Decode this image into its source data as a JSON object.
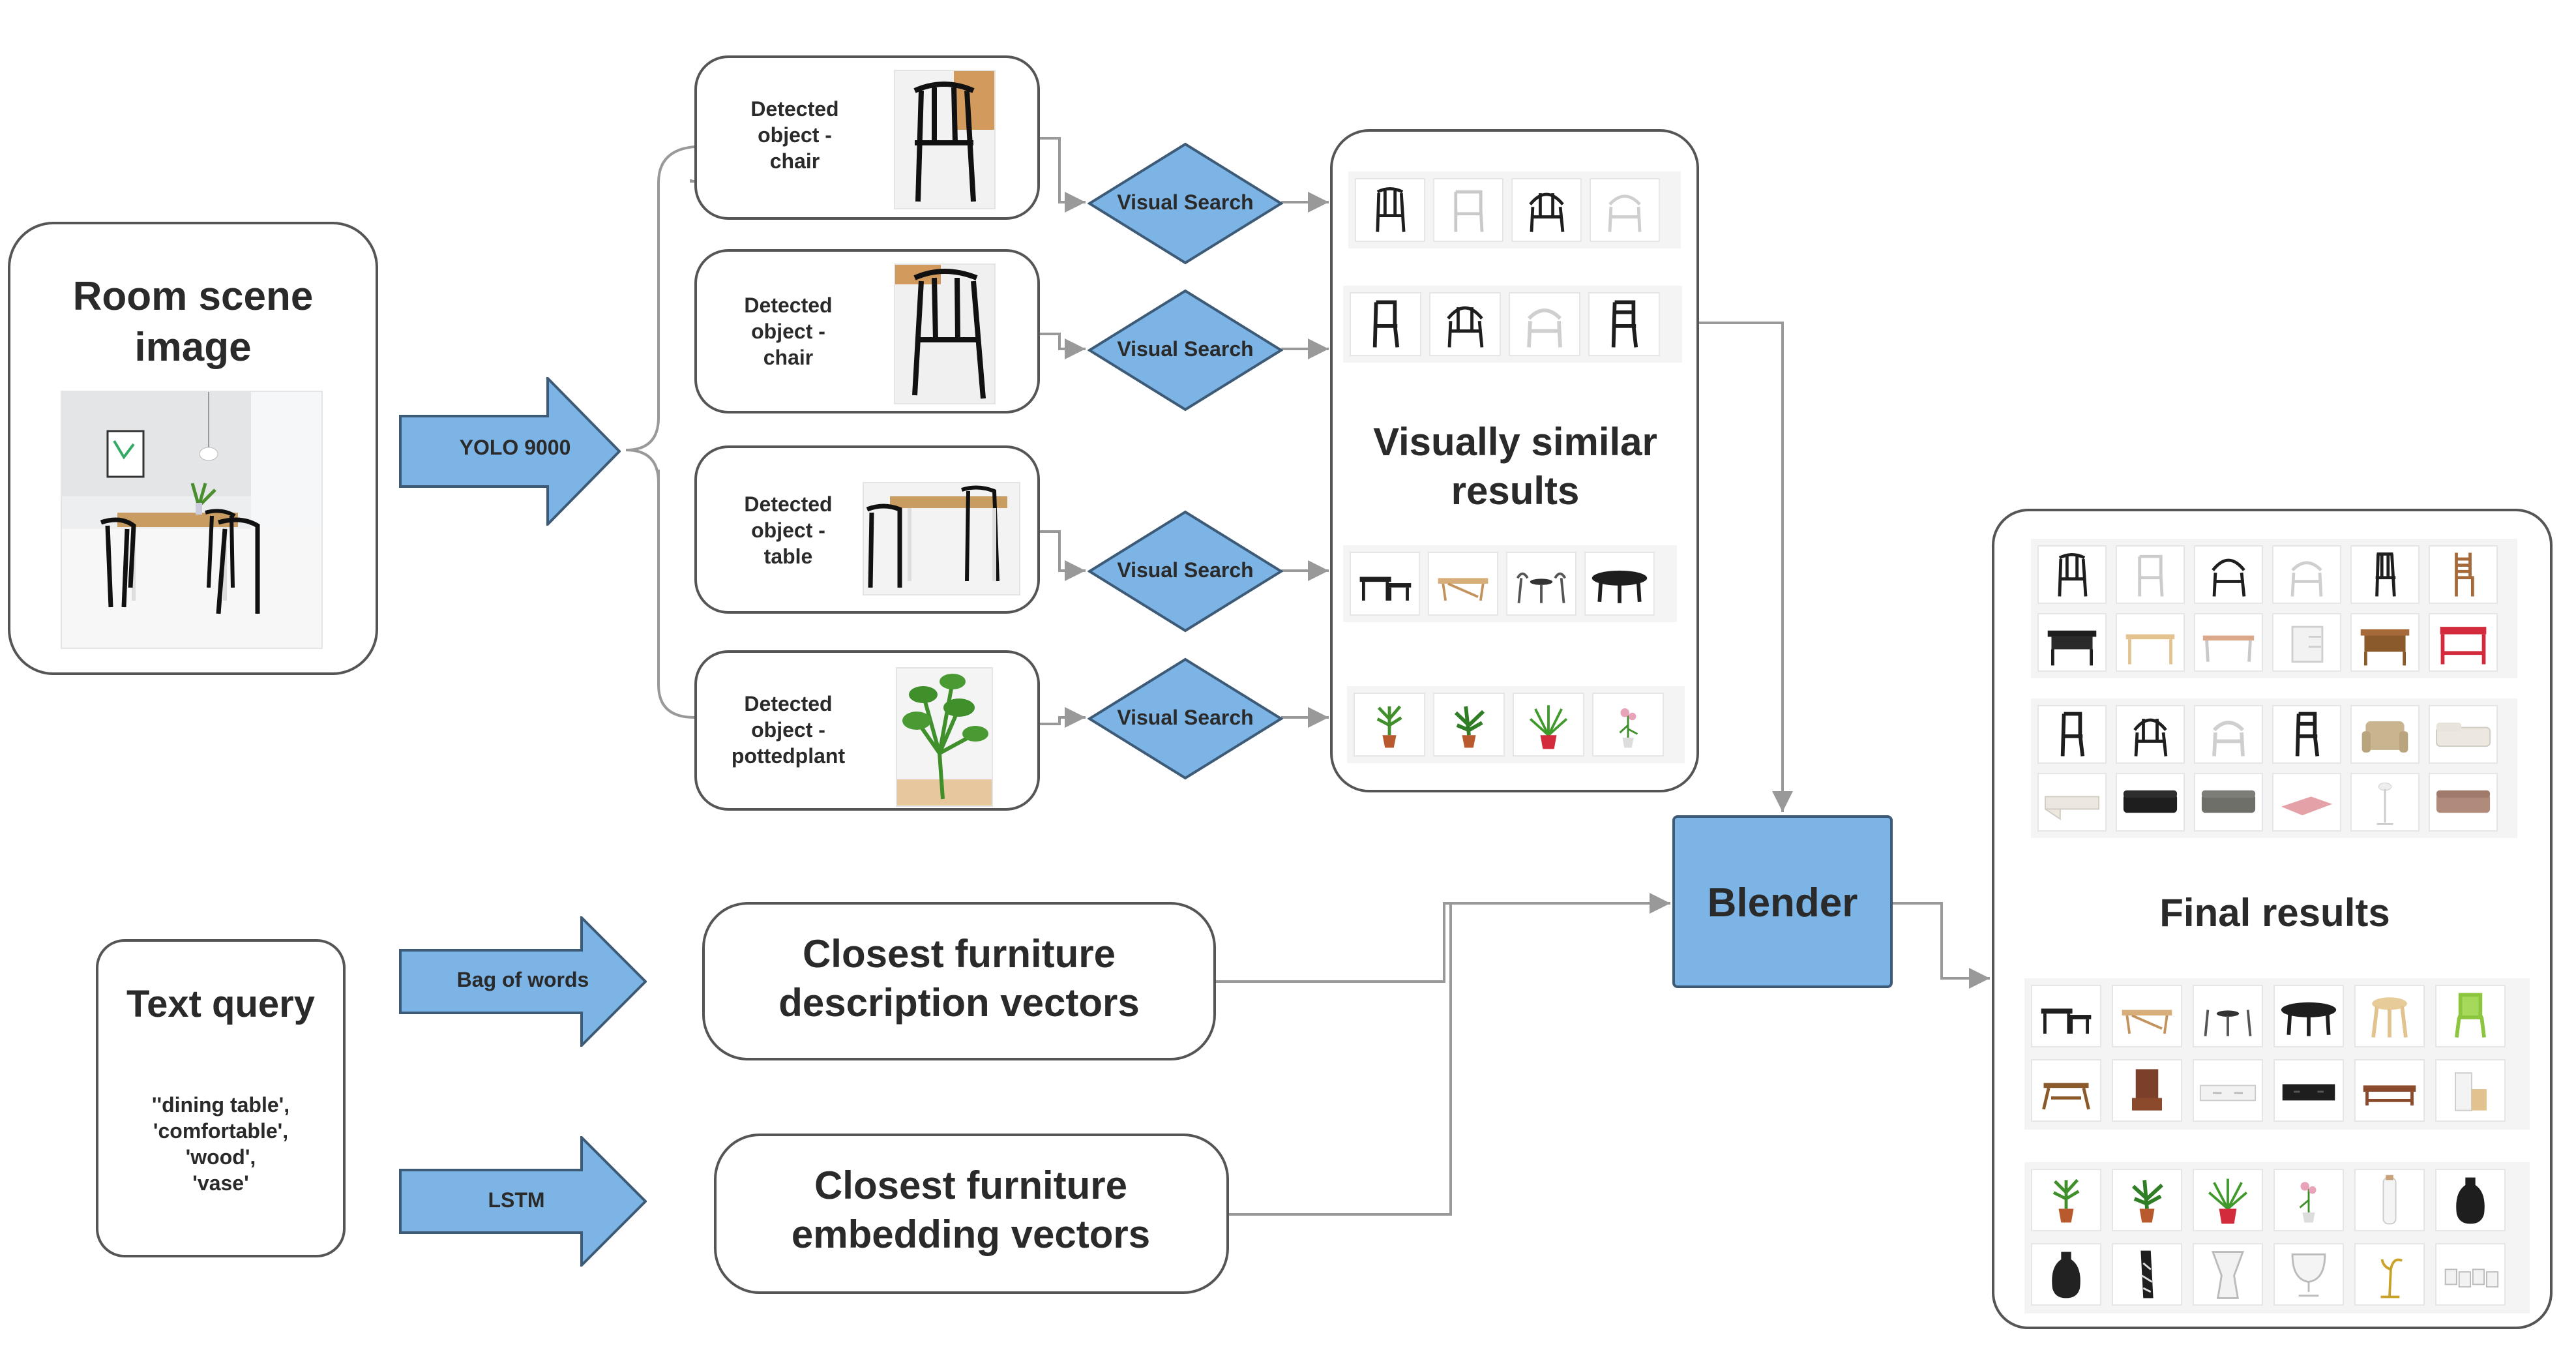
{
  "input": {
    "room_title": "Room scene image",
    "text_title": "Text query",
    "text_terms": "''dining table',\n'comfortable',\n'wood',\n'vase'"
  },
  "models": {
    "yolo": "YOLO 9000",
    "bow": "Bag of words",
    "lstm": "LSTM"
  },
  "detections": [
    {
      "label": "Detected\nobject  -\nchair",
      "object": "chair"
    },
    {
      "label": "Detected\nobject -\nchair",
      "object": "chair"
    },
    {
      "label": "Detected\nobject -\ntable",
      "object": "table"
    },
    {
      "label": "Detected\nobject -\npottedplant",
      "object": "pottedplant"
    }
  ],
  "visual_search_label": "Visual Search",
  "similar_results_title": "Visually similar results",
  "text_branches": {
    "description": "Closest furniture description vectors",
    "embedding": "Closest furniture embedding vectors"
  },
  "blender_label": "Blender",
  "final_results_title": "Final results",
  "colors": {
    "accent_fill": "#7db4e6",
    "accent_stroke": "#3d5b77",
    "box_stroke": "#555555",
    "connector": "#999999",
    "product_black": "#1e1e1e",
    "product_red": "#d32a3c",
    "product_wood": "#a5693a",
    "plant_green": "#3f8f2b",
    "pot_terracotta": "#b85a2e"
  },
  "icons": {
    "arrow": "block-arrow-right",
    "decision": "diamond",
    "product": "product-thumbnail"
  }
}
